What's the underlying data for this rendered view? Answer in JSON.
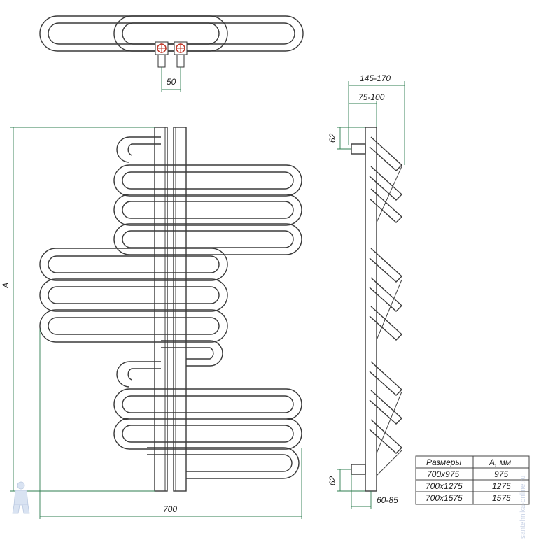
{
  "dimensions": {
    "connection_spacing": "50",
    "height": "A",
    "width": "700",
    "wall_distance_max": "145-170",
    "wall_distance_min": "75-100",
    "top_offset": "62",
    "bottom_offset": "62",
    "bracket_depth": "60-85"
  },
  "size_table": {
    "headers": [
      "Размеры",
      "А, мм"
    ],
    "rows": [
      [
        "700х975",
        "975"
      ],
      [
        "700х1275",
        "1275"
      ],
      [
        "700х1575",
        "1575"
      ]
    ]
  },
  "watermark": "santehnika-online.ru",
  "colors": {
    "pipe": "#3a3a3a",
    "dimension": "#2e7d4f",
    "connector": "#c0392b"
  }
}
